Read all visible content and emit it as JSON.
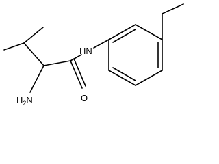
{
  "molecule": {
    "atoms": {
      "amine": "H",
      "amine_subscript": "2",
      "amine_element": "N",
      "amide_nitrogen": "HN",
      "carbonyl_oxygen": "O"
    }
  }
}
